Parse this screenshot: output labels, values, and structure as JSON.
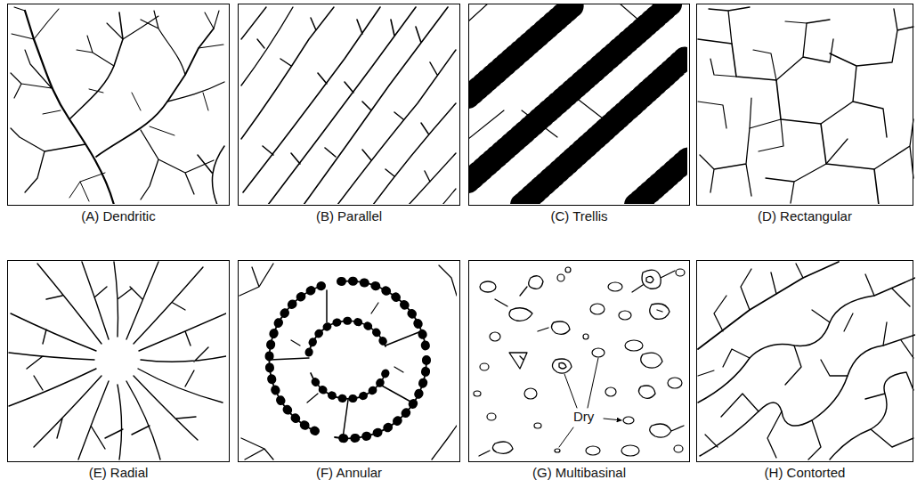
{
  "diagram": {
    "nodes": [
      {
        "text": [
          "(A) Dendritic"
        ]
      },
      {
        "text": [
          "(B) Parallel"
        ]
      },
      {
        "text": [
          "(C) Trellis"
        ]
      },
      {
        "text": [
          "(D) Rectangular"
        ]
      },
      {
        "text": [
          "(E) Radial"
        ]
      },
      {
        "text": [
          "(F) Annular"
        ]
      },
      {
        "text": [
          "(G) Multibasinal"
        ]
      },
      {
        "text": [
          "(H) Contorted"
        ]
      }
    ],
    "labels": [
      "Dry"
    ]
  }
}
